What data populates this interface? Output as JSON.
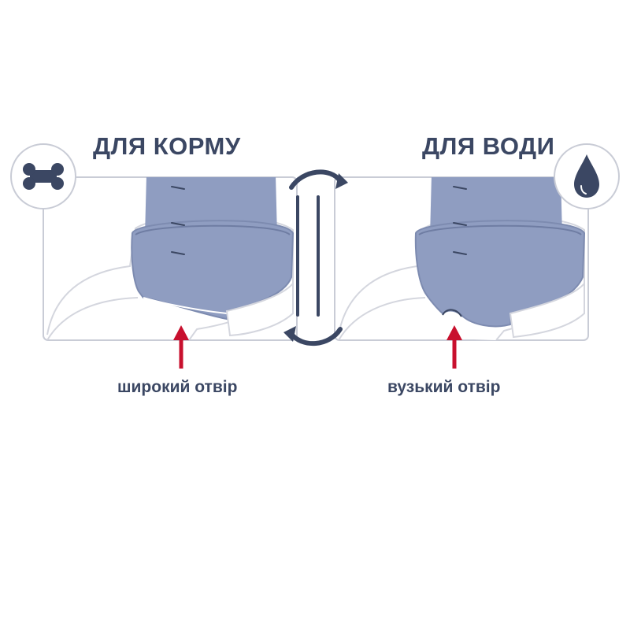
{
  "panels": {
    "food": {
      "title": "ДЛЯ КОРМУ",
      "caption": "широкий отвір",
      "icon": "bone-icon"
    },
    "water": {
      "title": "ДЛЯ ВОДИ",
      "caption": "вузький отвір",
      "icon": "water-drop-icon"
    }
  },
  "colors": {
    "ink": "#3b4763",
    "bottle": "#8f9dc1",
    "bottle_dark": "#7d8bb0",
    "outline": "#c9ccd6",
    "arrow": "#c8102e",
    "line": "#333a4d"
  }
}
